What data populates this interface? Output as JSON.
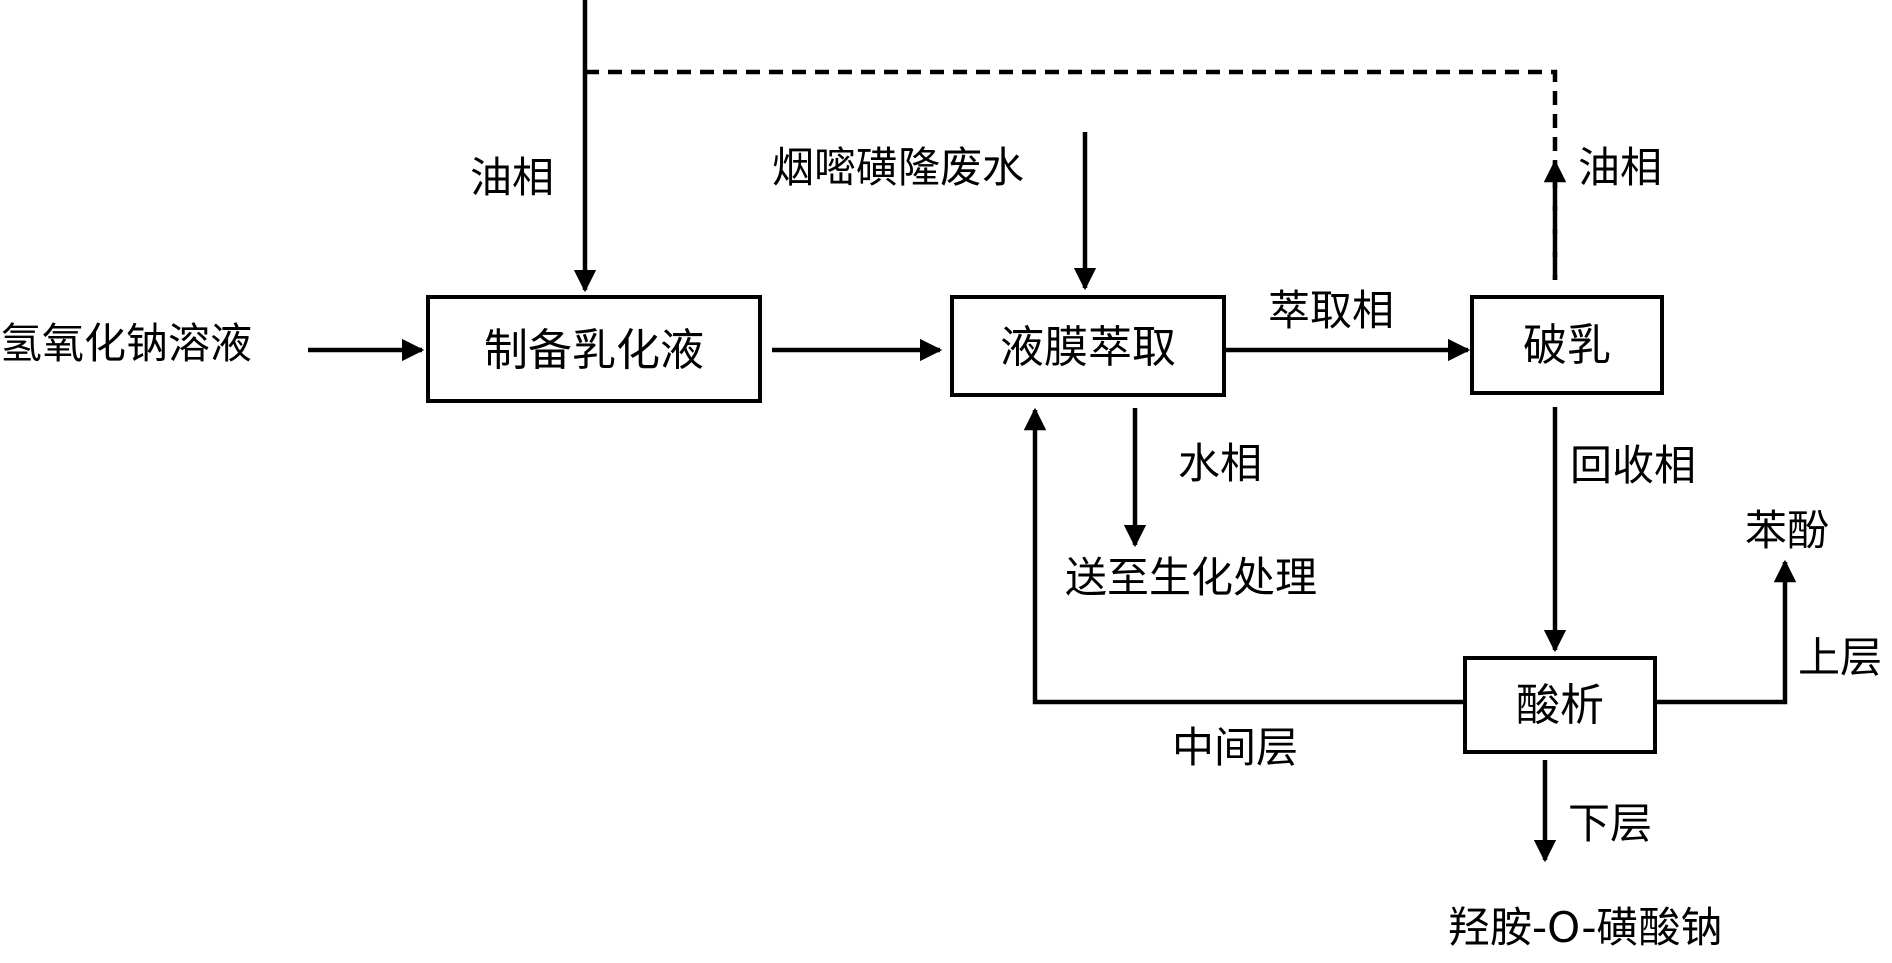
{
  "boxes": {
    "emulsion": "制备乳化液",
    "extraction": "液膜萃取",
    "demulsify": "破乳",
    "acidify": "酸析"
  },
  "labels": {
    "naoh": "氢氧化钠溶液",
    "oil_in": "油相",
    "wastewater": "烟嘧磺隆废水",
    "extract_phase": "萃取相",
    "oil_out": "油相",
    "water_phase": "水相",
    "biochem": "送至生化处理",
    "recovery_phase": "回收相",
    "phenol": "苯酚",
    "upper_layer": "上层",
    "middle_layer": "中间层",
    "lower_layer": "下层",
    "product": "羟胺-O-磺酸钠"
  }
}
